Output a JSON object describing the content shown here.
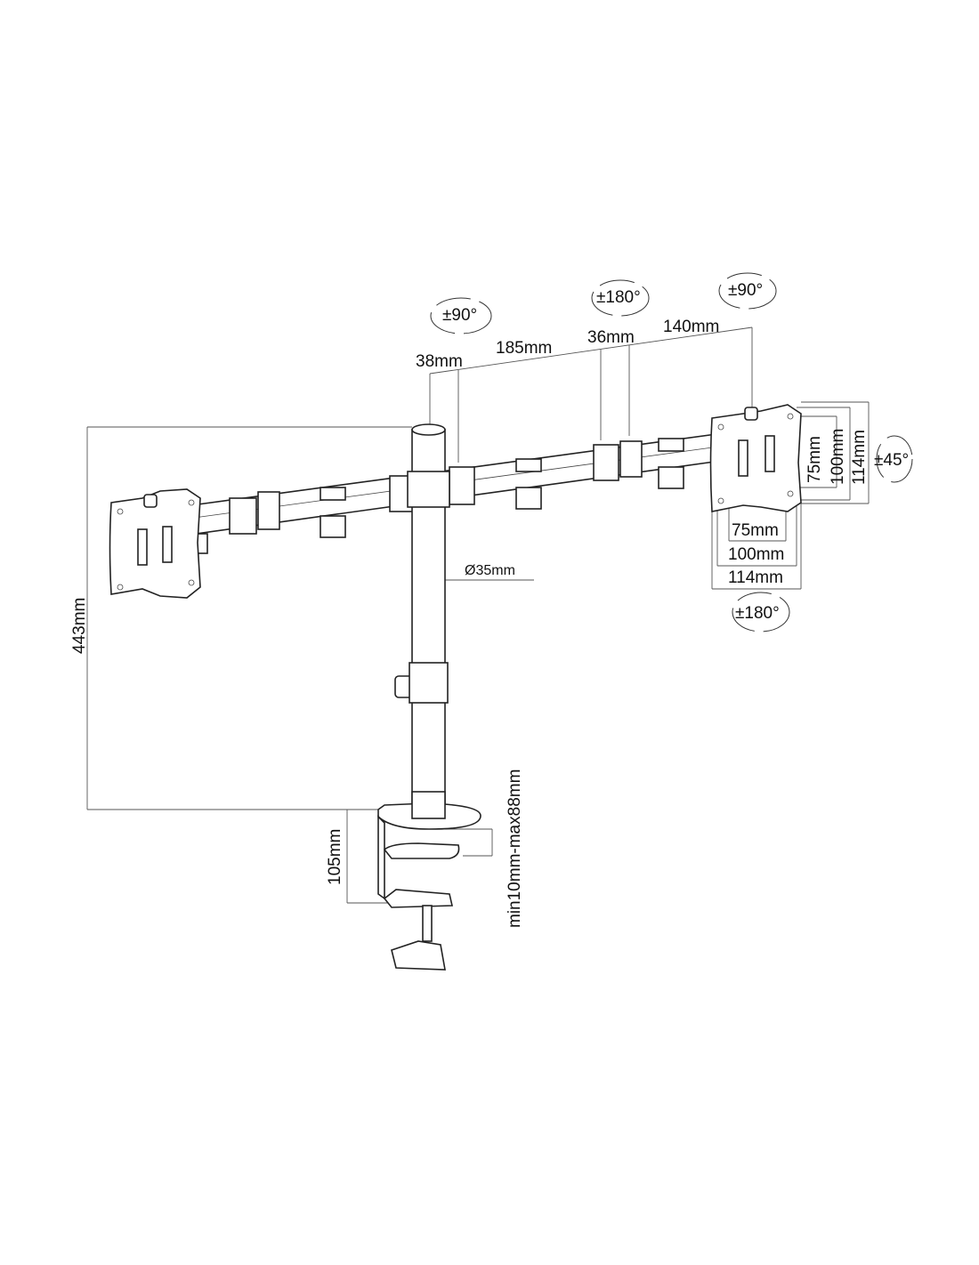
{
  "title": "Dual monitor desk mount dimension drawing",
  "rotation": {
    "left_arm_joint": "±90°",
    "middle_joint": "±180°",
    "right_head": "±90°",
    "tilt": "±45°",
    "swivel": "±180°"
  },
  "arm_segments": {
    "pole_offset": "38mm",
    "inner_arm": "185mm",
    "joint": "36mm",
    "outer_arm": "140mm"
  },
  "vesa": {
    "vertical": [
      "75mm",
      "100mm",
      "114mm"
    ],
    "horizontal": [
      "75mm",
      "100mm",
      "114mm"
    ]
  },
  "pole": {
    "diameter": "Ø35mm",
    "height": "443mm"
  },
  "clamp": {
    "height": "105mm",
    "desk_thickness": "min10mm-max88mm"
  }
}
